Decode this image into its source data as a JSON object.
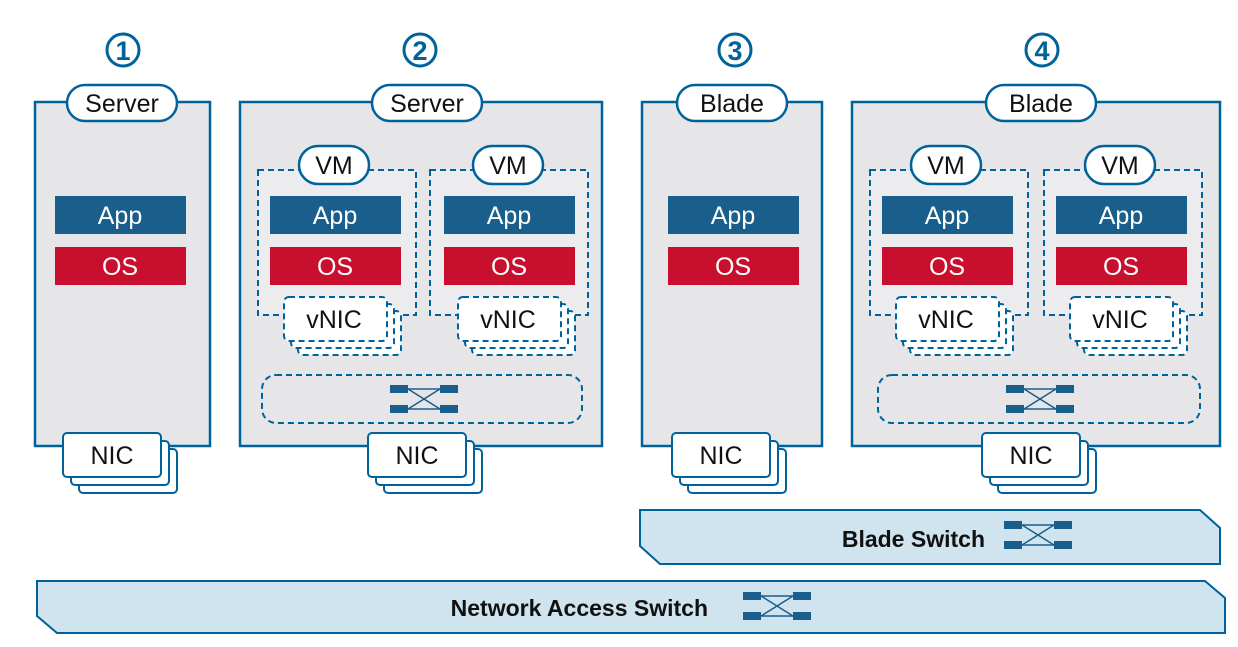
{
  "columns": [
    {
      "number": "1",
      "label": "Server"
    },
    {
      "number": "2",
      "label": "Server"
    },
    {
      "number": "3",
      "label": "Blade"
    },
    {
      "number": "4",
      "label": "Blade"
    }
  ],
  "labels": {
    "vm": "VM",
    "app": "App",
    "os": "OS",
    "vnic": "vNIC",
    "nic": "NIC"
  },
  "switches": {
    "blade_switch": "Blade Switch",
    "network_access_switch": "Network Access Switch"
  },
  "colors": {
    "blue": "#00629b",
    "app": "#1a5e8c",
    "os": "#c8102e",
    "box_fill": "#e6e6e8",
    "switch_fill": "#cfe4ee"
  },
  "icons": [
    "switch-icon"
  ]
}
